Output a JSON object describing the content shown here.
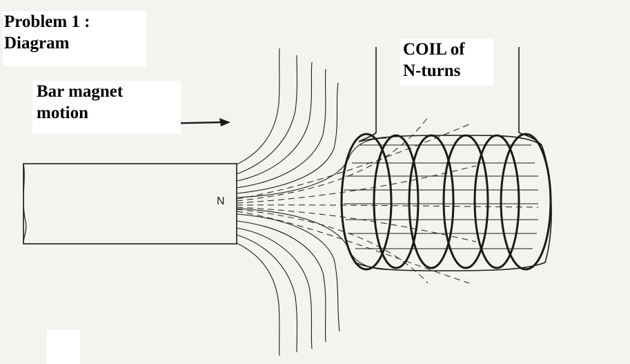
{
  "title": {
    "line1": "Problem 1 :",
    "line2": "Diagram"
  },
  "motion_label": {
    "line1": "Bar magnet",
    "line2": "motion"
  },
  "coil_label": {
    "line1": "COIL of",
    "line2": "N-turns"
  },
  "magnet_pole": "N",
  "colors": {
    "background": "#f4f3ef",
    "ink": "#1a1a1a",
    "label_background": "#ffffff"
  }
}
